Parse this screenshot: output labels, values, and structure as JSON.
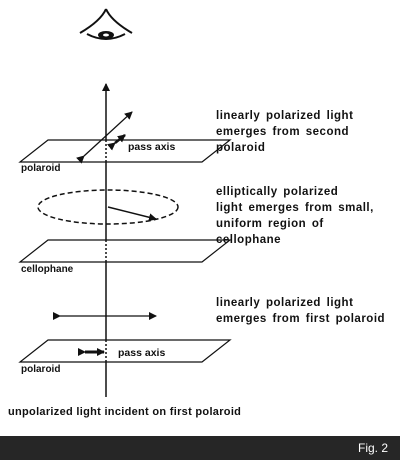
{
  "labels": {
    "polaroid_top": "polaroid",
    "cellophane": "cellophane",
    "polaroid_bottom": "polaroid",
    "pass_axis_top": "pass axis",
    "pass_axis_bottom": "pass axis"
  },
  "annotations": {
    "second_polaroid": [
      "linearly polarized light",
      "emerges from second",
      "polaroid"
    ],
    "cellophane_region": [
      "elliptically polarized",
      "light emerges from small,",
      "uniform region of",
      "cellophane"
    ],
    "first_polaroid": [
      "linearly polarized light",
      "emerges from first polaroid"
    ]
  },
  "caption": "unpolarized light incident on first polaroid",
  "figure_label": "Fig. 2",
  "icons": {
    "observer": "eye-icon"
  },
  "colors": {
    "ink": "#111111",
    "background": "#ffffff",
    "footer": "#262626",
    "footer_text": "#ffffff"
  }
}
